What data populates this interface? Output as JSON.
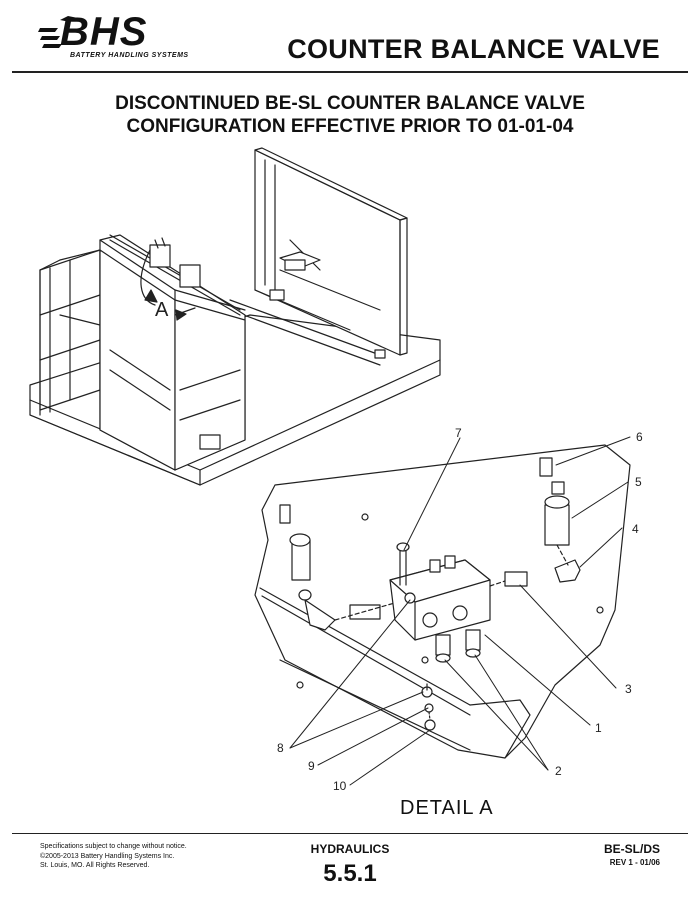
{
  "header": {
    "logo_text": "BHS",
    "logo_subtitle": "BATTERY HANDLING SYSTEMS",
    "title": "COUNTER BALANCE VALVE"
  },
  "subtitle": {
    "line1": "DISCONTINUED BE-SL COUNTER BALANCE VALVE",
    "line2": "CONFIGURATION EFFECTIVE PRIOR TO 01-01-04"
  },
  "drawing": {
    "view_callout": "A",
    "detail_label": "DETAIL  A",
    "callouts": [
      "1",
      "2",
      "3",
      "4",
      "5",
      "6",
      "7",
      "8",
      "9",
      "10"
    ]
  },
  "footer": {
    "legal_line1": "Specifications subject to change without notice.",
    "legal_line2": "©2005-2013 Battery Handling Systems Inc.",
    "legal_line3": "St. Louis, MO.  All Rights Reserved.",
    "section": "HYDRAULICS",
    "page": "5.5.1",
    "model": "BE-SL/DS",
    "revision": "REV 1 - 01/06"
  }
}
